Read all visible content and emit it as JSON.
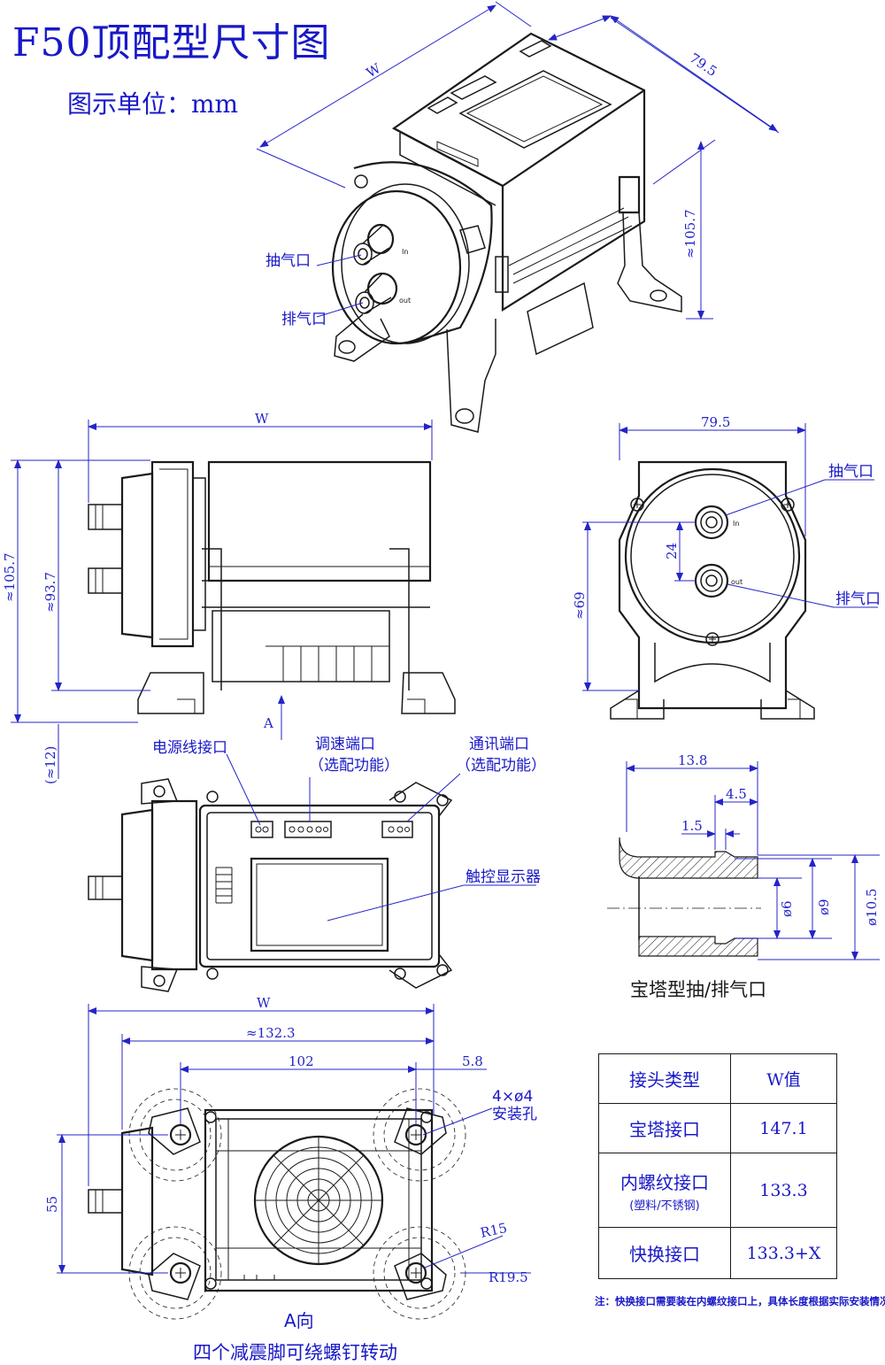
{
  "title": "F50顶配型尺寸图",
  "unit": "图示单位：mm",
  "iso_view": {
    "dim_w": "W",
    "dim_depth": "79.5",
    "dim_height": "≈105.7",
    "label_in": "抽气口",
    "label_out": "排气口",
    "port_in_text": "In",
    "port_out_text": "out"
  },
  "side_view": {
    "dim_w": "W",
    "dim_total_h": "≈105.7",
    "dim_h2": "≈93.7",
    "dim_foot": "(≈12)",
    "view_arrow": "A"
  },
  "front_view": {
    "dim_width": "79.5",
    "dim_24": "24",
    "dim_69": "≈69",
    "label_in": "抽气口",
    "label_out": "排气口",
    "port_in_text": "In",
    "port_out_text": "out"
  },
  "top_view": {
    "label_power": "电源线接口",
    "label_speed": "调速端口",
    "label_speed_sub": "（选配功能）",
    "label_comm": "通讯端口",
    "label_comm_sub": "（选配功能）",
    "label_display": "触控显示器"
  },
  "barb_detail": {
    "dim_13_8": "13.8",
    "dim_4_5": "4.5",
    "dim_1_5": "1.5",
    "dim_d6": "ø6",
    "dim_d9": "ø9",
    "dim_d10_5": "ø10.5",
    "caption": "宝塔型抽/排气口"
  },
  "bottom_view": {
    "dim_w": "W",
    "dim_132_3": "≈132.3",
    "dim_102": "102",
    "dim_5_8": "5.8",
    "dim_55": "55",
    "dim_r15": "R15",
    "dim_r19_5": "R19.5",
    "hole_label": "4×ø4",
    "hole_label2": "安装孔",
    "caption": "A向",
    "subcaption": "四个减震脚可绕螺钉转动"
  },
  "table": {
    "header": [
      "接头类型",
      "W值"
    ],
    "rows": [
      {
        "type": "宝塔接口",
        "sub": "",
        "w": "147.1"
      },
      {
        "type": "内螺纹接口",
        "sub": "(塑料/不锈钢)",
        "w": "133.3"
      },
      {
        "type": "快换接口",
        "sub": "",
        "w": "133.3+X"
      }
    ]
  },
  "note": "注：快换接口需要装在内螺纹接口上，具体长度根据实际安装情况。"
}
